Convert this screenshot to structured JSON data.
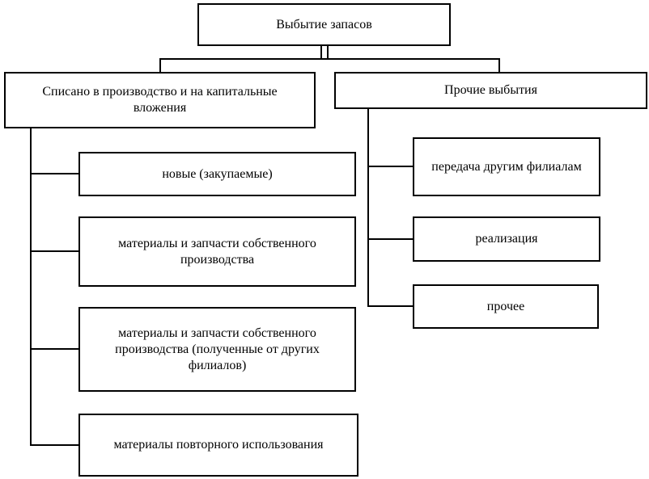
{
  "diagram": {
    "title": "Выбытие запасов",
    "root": {
      "label": "Выбытие запасов"
    },
    "left_branch": {
      "label": "Списано в производство и на капитальные вложения",
      "children": [
        {
          "label": "новые (закупаемые)"
        },
        {
          "label": "материалы и запчасти собственного производства"
        },
        {
          "label": "материалы и запчасти собственного производства (полученные от других филиалов)"
        },
        {
          "label": "материалы повторного использования"
        }
      ]
    },
    "right_branch": {
      "label": "Прочие выбытия",
      "children": [
        {
          "label": "передача другим филиалам"
        },
        {
          "label": "реализация"
        },
        {
          "label": "прочее"
        }
      ]
    },
    "colors": {
      "line": "#000000",
      "background": "#ffffff"
    }
  }
}
